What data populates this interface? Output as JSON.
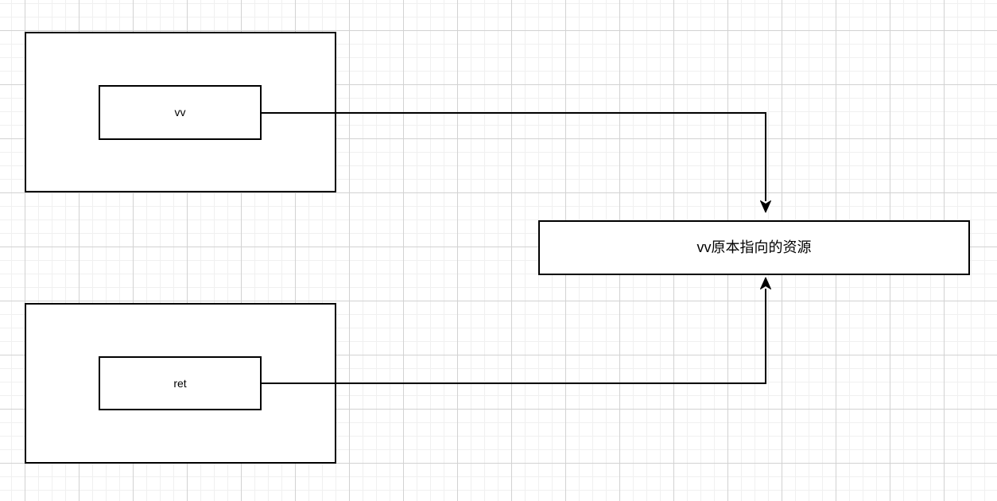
{
  "canvas": {
    "background_color": "#ffffff",
    "grid_minor_color": "#f0f0f0",
    "grid_major_color": "#d2d2d2"
  },
  "diagram": {
    "stroke_color": "#000000",
    "fill_color": "#ffffff",
    "text_color": "#000000",
    "nodes": {
      "vv_outer": {
        "label": ""
      },
      "vv": {
        "label": "vv"
      },
      "ret_outer": {
        "label": ""
      },
      "ret": {
        "label": "ret"
      },
      "resource": {
        "label": "vv原本指向的资源"
      }
    },
    "edges": [
      {
        "from": "vv",
        "to": "resource",
        "routing": "orthogonal",
        "arrowhead": "target"
      },
      {
        "from": "ret",
        "to": "resource",
        "routing": "orthogonal",
        "arrowhead": "target"
      }
    ]
  }
}
